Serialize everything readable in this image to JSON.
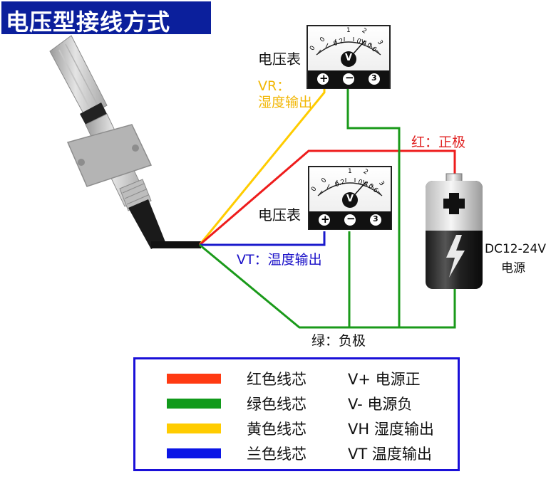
{
  "title": "电压型接线方式",
  "meters": [
    {
      "label": "电压表",
      "plus": "+",
      "minus": "−",
      "three": "3",
      "v": "V",
      "scale": [
        "0",
        "0",
        "0.2",
        "1",
        "0.4",
        "2",
        "0.6",
        "3"
      ]
    },
    {
      "label": "电压表",
      "plus": "+",
      "minus": "−",
      "three": "3",
      "v": "V",
      "scale": [
        "0",
        "0",
        "0.2",
        "1",
        "0.4",
        "2",
        "0.6",
        "3"
      ]
    }
  ],
  "labels": {
    "vr": "VR：",
    "vr_desc": "湿度输出",
    "red": "红：正极",
    "vt": "VT：温度输出",
    "green": "绿：负极",
    "battery_line1": "DC12-24V",
    "battery_line2": "电源"
  },
  "legend": [
    {
      "color": "#ff3a12",
      "name": "红色线芯",
      "desc": "V+ 电源正"
    },
    {
      "color": "#119a1b",
      "name": "绿色线芯",
      "desc": "V- 电源负"
    },
    {
      "color": "#ffcc00",
      "name": "黄色线芯",
      "desc": "VH 湿度输出"
    },
    {
      "color": "#0b16e6",
      "name": "兰色线芯",
      "desc": "VT 温度输出"
    }
  ],
  "colors": {
    "title_bg": "#0b1f9c",
    "red_wire": "#ee1c1c",
    "green_wire": "#1a9a1a",
    "yellow_wire": "#ffcc00",
    "blue_wire": "#1a1acc",
    "legend_border": "#1a10d8"
  }
}
